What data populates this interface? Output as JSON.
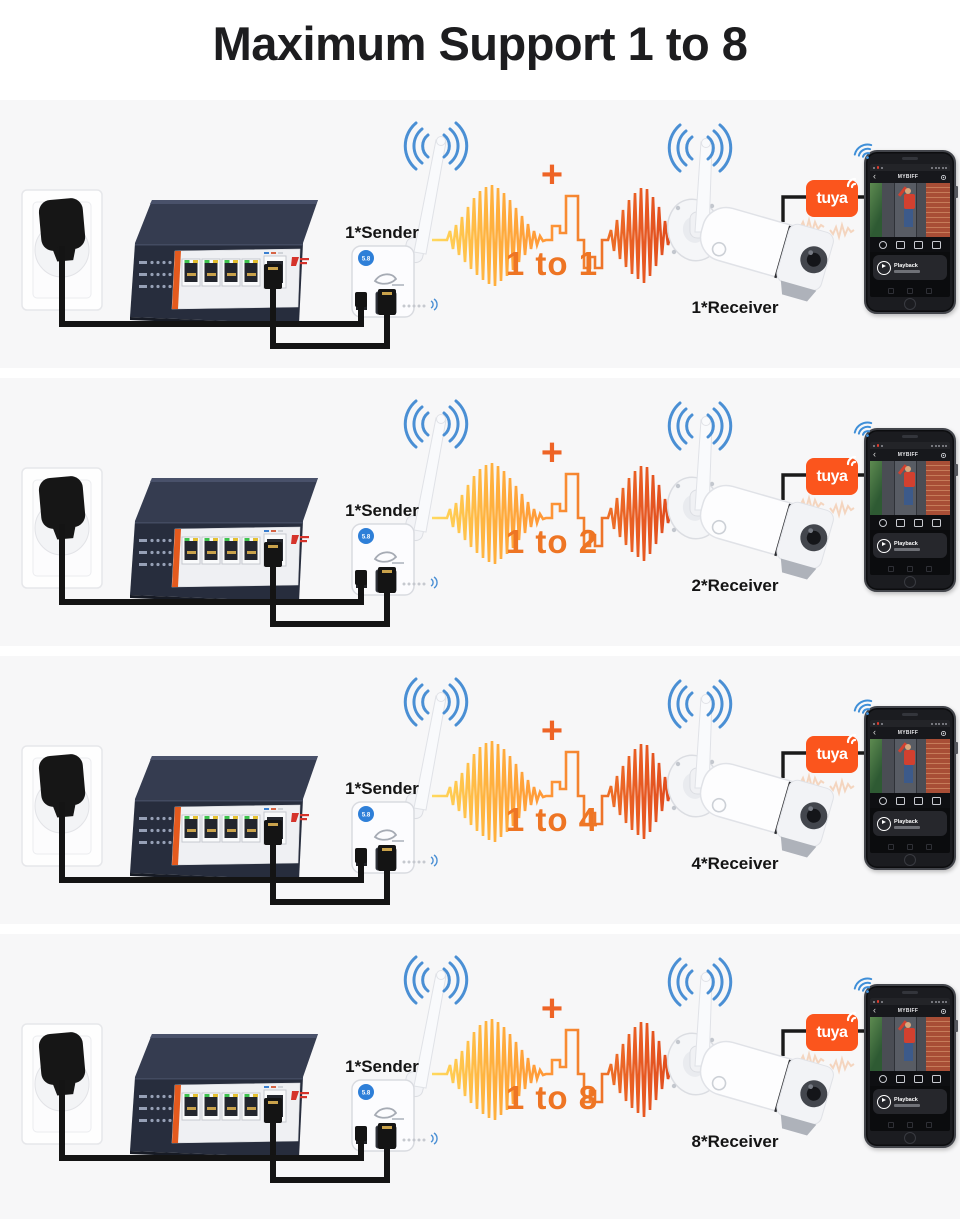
{
  "title": "Maximum Support 1 to 8",
  "rows": [
    {
      "sender_label": "1*Sender",
      "plus": "+",
      "ratio": "1 to 1",
      "receiver_label": "1*Receiver"
    },
    {
      "sender_label": "1*Sender",
      "plus": "+",
      "ratio": "1 to 2",
      "receiver_label": "2*Receiver"
    },
    {
      "sender_label": "1*Sender",
      "plus": "+",
      "ratio": "1 to 4",
      "receiver_label": "4*Receiver"
    },
    {
      "sender_label": "1*Sender",
      "plus": "+",
      "ratio": "1 to 8",
      "receiver_label": "8*Receiver"
    }
  ],
  "sender": {
    "badge": "5.8"
  },
  "tuya": {
    "label": "tuya"
  },
  "phone": {
    "app_title": "MYBIFF",
    "back_glyph": "‹",
    "playback_label": "Playback"
  },
  "colors": {
    "accent_orange": "#ee7524",
    "plus_orange": "#ee6426",
    "tuya_orange": "#fb551d",
    "wifi_blue": "#4a8fd4",
    "row_background": "#f7f7f8",
    "title_color": "#1d1d1f",
    "switch_navy": "#272d3d"
  }
}
